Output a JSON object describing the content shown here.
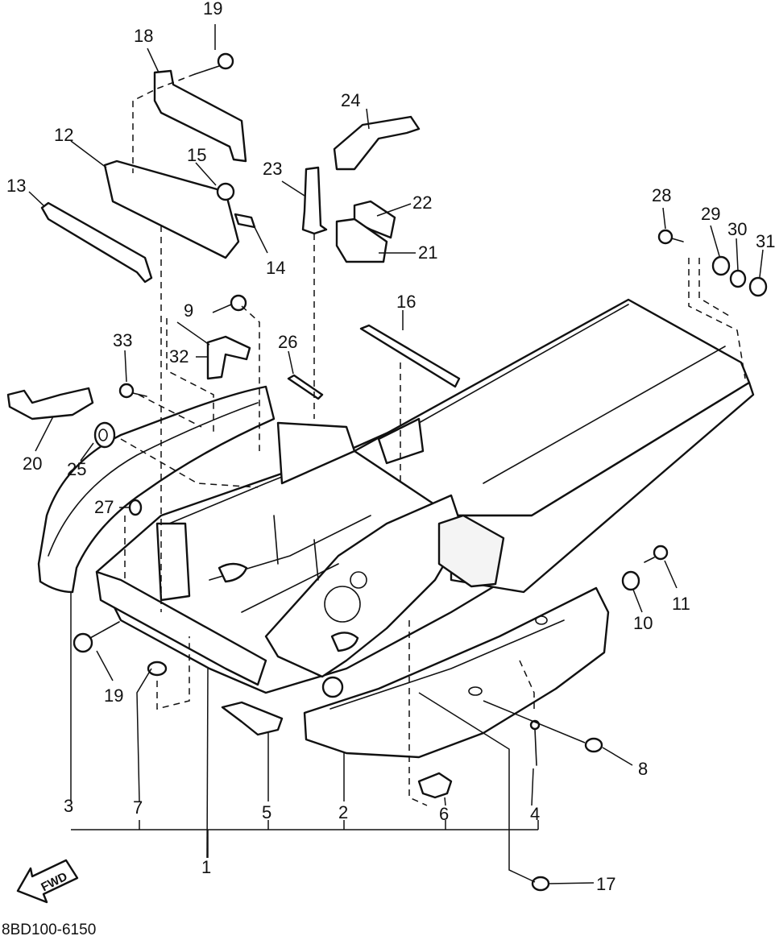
{
  "diagram_code": "8BD100-6150",
  "fwd_label": "FWD",
  "callouts": {
    "c1": "1",
    "c2": "2",
    "c3": "3",
    "c4": "4",
    "c5": "5",
    "c6": "6",
    "c7": "7",
    "c8": "8",
    "c9": "9",
    "c10": "10",
    "c11": "11",
    "c12": "12",
    "c13": "13",
    "c14": "14",
    "c15": "15",
    "c16": "16",
    "c17": "17",
    "c18": "18",
    "c19a": "19",
    "c19b": "19",
    "c20": "20",
    "c21": "21",
    "c22": "22",
    "c23": "23",
    "c24": "24",
    "c25": "25",
    "c26": "26",
    "c27": "27",
    "c28": "28",
    "c29": "29",
    "c30": "30",
    "c31": "31",
    "c32": "32",
    "c33": "33"
  }
}
